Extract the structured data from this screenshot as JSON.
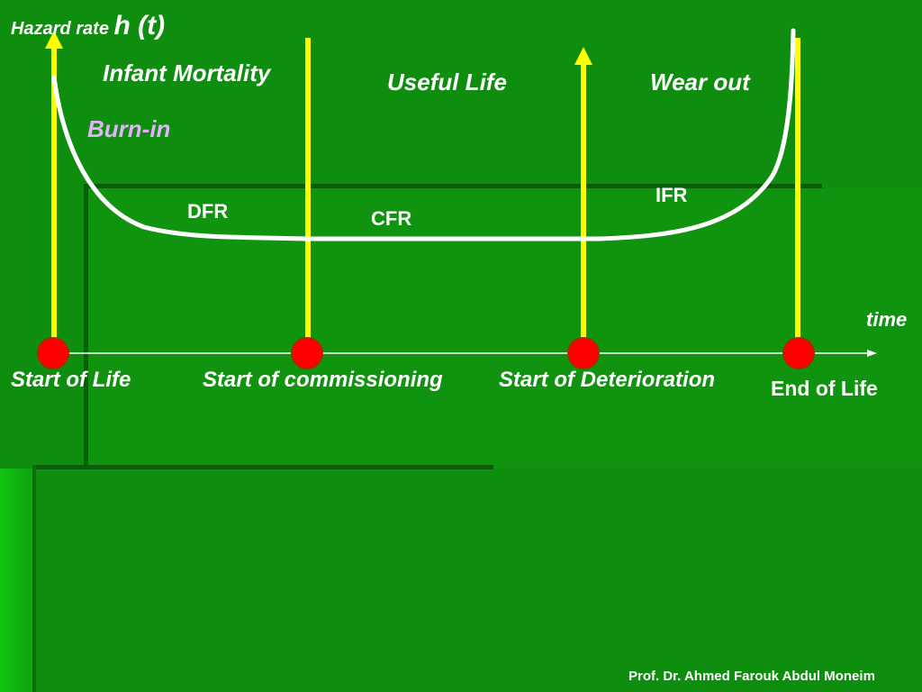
{
  "axes": {
    "y_title_prefix": "Hazard rate",
    "y_title_symbol": "h (t)",
    "x_title": "time"
  },
  "phases": {
    "infant_mortality": "Infant Mortality",
    "burn_in": "Burn-in",
    "useful_life": "Useful Life",
    "wear_out": "Wear out"
  },
  "rates": {
    "dfr": "DFR",
    "cfr": "CFR",
    "ifr": "IFR"
  },
  "milestones": {
    "start_of_life": "Start of Life",
    "start_of_commissioning": "Start of commissioning",
    "start_of_deterioration": "Start of Deterioration",
    "end_of_life": "End of Life"
  },
  "footer": {
    "credit": "Prof. Dr. Ahmed Farouk Abdul Moneim"
  },
  "colors": {
    "background": "#0f8d0f",
    "curve": "#ffffff",
    "markers": "#ff0000",
    "vertical_lines": "#ffff00",
    "axis": "#ffffff",
    "burn_in_text": "#e6b0ff"
  }
}
